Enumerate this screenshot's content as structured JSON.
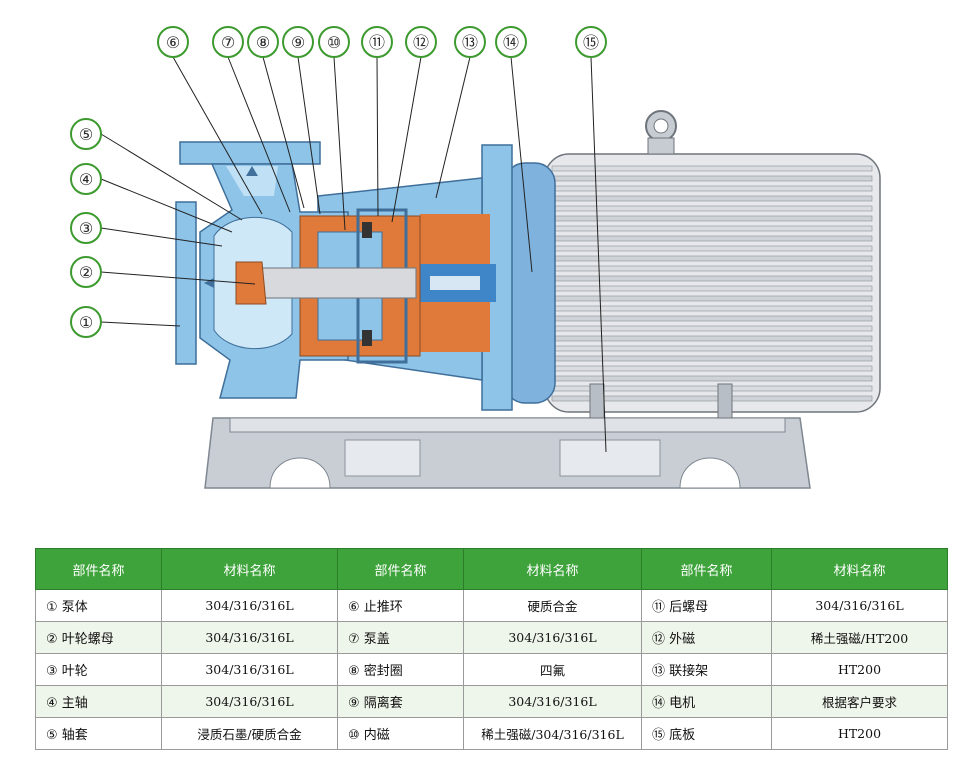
{
  "diagram": {
    "callouts": [
      {
        "id": "①"
      },
      {
        "id": "②"
      },
      {
        "id": "③"
      },
      {
        "id": "④"
      },
      {
        "id": "⑤"
      },
      {
        "id": "⑥"
      },
      {
        "id": "⑦"
      },
      {
        "id": "⑧"
      },
      {
        "id": "⑨"
      },
      {
        "id": "⑩"
      },
      {
        "id": "⑪"
      },
      {
        "id": "⑫"
      },
      {
        "id": "⑬"
      },
      {
        "id": "⑭"
      },
      {
        "id": "⑮"
      }
    ],
    "colors": {
      "callout_green": "#3c9a2e",
      "body_blue": "#8ec4e8",
      "dark_blue": "#3f86c8",
      "copper": "#e07a3a",
      "motor_gray": "#e6e8eb",
      "base_gray": "#c9ced5"
    }
  },
  "table": {
    "headers": [
      "部件名称",
      "材料名称",
      "部件名称",
      "材料名称",
      "部件名称",
      "材料名称"
    ],
    "rows": [
      [
        "① 泵体",
        "304/316/316L",
        "⑥ 止推环",
        "硬质合金",
        "⑪ 后螺母",
        "304/316/316L"
      ],
      [
        "② 叶轮螺母",
        "304/316/316L",
        "⑦ 泵盖",
        "304/316/316L",
        "⑫ 外磁",
        "稀土强磁/HT200"
      ],
      [
        "③ 叶轮",
        "304/316/316L",
        "⑧ 密封圈",
        "四氟",
        "⑬ 联接架",
        "HT200"
      ],
      [
        "④ 主轴",
        "304/316/316L",
        "⑨ 隔离套",
        "304/316/316L",
        "⑭ 电机",
        "根据客户要求"
      ],
      [
        "⑤ 轴套",
        "浸质石墨/硬质合金",
        "⑩ 内磁",
        "稀土强磁/304/316/316L",
        "⑮ 底板",
        "HT200"
      ]
    ]
  }
}
